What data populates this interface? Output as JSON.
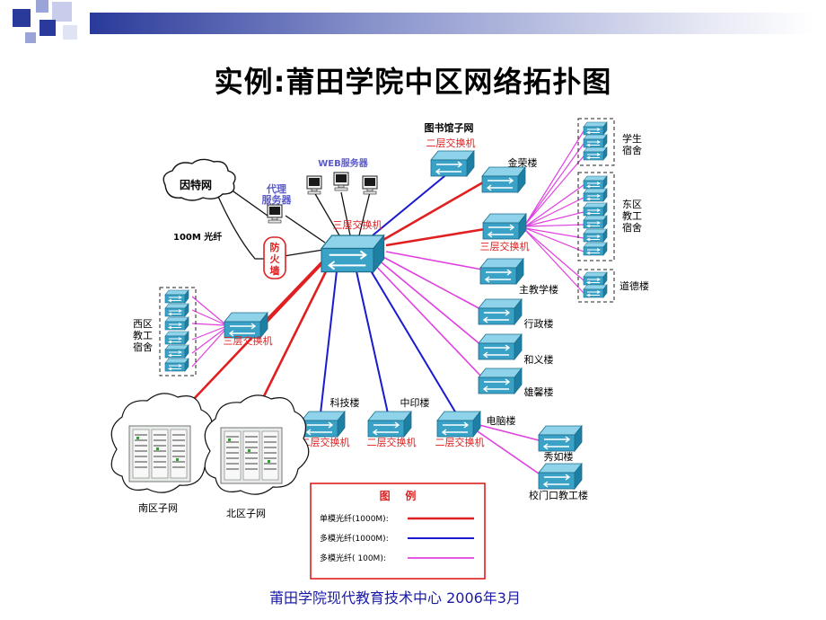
{
  "title": "实例:莆田学院中区网络拓扑图",
  "footer": "莆田学院现代教育技术中心 2006年3月",
  "colors": {
    "single_mode_1000": "#e02020",
    "multi_mode_1000": "#1a1ad0",
    "multi_mode_100": "#e040e0",
    "red_label": "#e02020",
    "switch_face": "#3aa2c6",
    "switch_top": "#8fd3ea",
    "accent_bar": "#2a3a9a"
  },
  "labels": {
    "internet": "因特网",
    "fiber_100m": "100M 光纤",
    "proxy": "代理\n服务器",
    "firewall": "防\n火\n墙",
    "web_server": "WEB服务器",
    "core_switch": "三层交换机",
    "library_net": "图书馆子网",
    "layer2_switch": "二层交换机",
    "jinrong": "金荣楼",
    "layer3_switch_east": "三层交换机",
    "student_dorm": "学生\n宿舍",
    "east_staff_dorm": "东区\n教工\n宿舍",
    "daode": "道德楼",
    "main_teaching": "主教学楼",
    "admin": "行政楼",
    "heyi": "和义楼",
    "weixin": "雄馨楼",
    "west_staff_dorm": "西区\n教工\n宿舍",
    "layer3_switch_west": "三层交换机",
    "keji": "科技楼",
    "zhongyin": "中印楼",
    "diannao": "电脑楼",
    "switch_keji": "二层交换机",
    "switch_zhongyin": "二层交换机",
    "switch_diannao": "二层交换机",
    "xiuru": "秀如楼",
    "gate_staff": "校门口教工楼",
    "south_subnet": "南区子网",
    "north_subnet": "北区子网"
  },
  "legend": {
    "title": "图    例",
    "items": [
      {
        "label": "单模光纤(1000M):",
        "line": "single_mode_1000"
      },
      {
        "label": "多模光纤(1000M):",
        "line": "multi_mode_1000"
      },
      {
        "label": "多模光纤( 100M):",
        "line": "multi_mode_100"
      }
    ]
  }
}
